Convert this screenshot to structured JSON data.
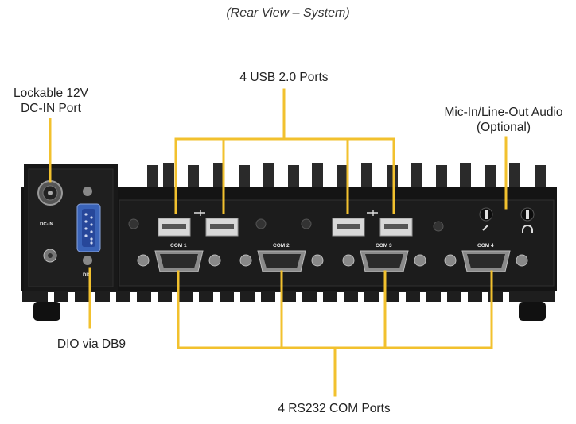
{
  "caption": "(Rear View – System)",
  "labels": {
    "dcin": "Lockable 12V\nDC-IN Port",
    "usb": "4 USB 2.0 Ports",
    "audio": "Mic-In/Line-Out  Audio\n(Optional)",
    "dio": "DIO via DB9",
    "com": "4 RS232 COM Ports"
  },
  "panel_text": {
    "dcin": "DC-IN",
    "dio": "DIO",
    "com1": "COM 1",
    "com2": "COM 2",
    "com3": "COM 3",
    "com4": "COM 4"
  },
  "colors": {
    "callout": "#F2C12E",
    "chassis": "#141414",
    "panel": "#1c1c1c",
    "db9_blue": "#3a63b8"
  }
}
